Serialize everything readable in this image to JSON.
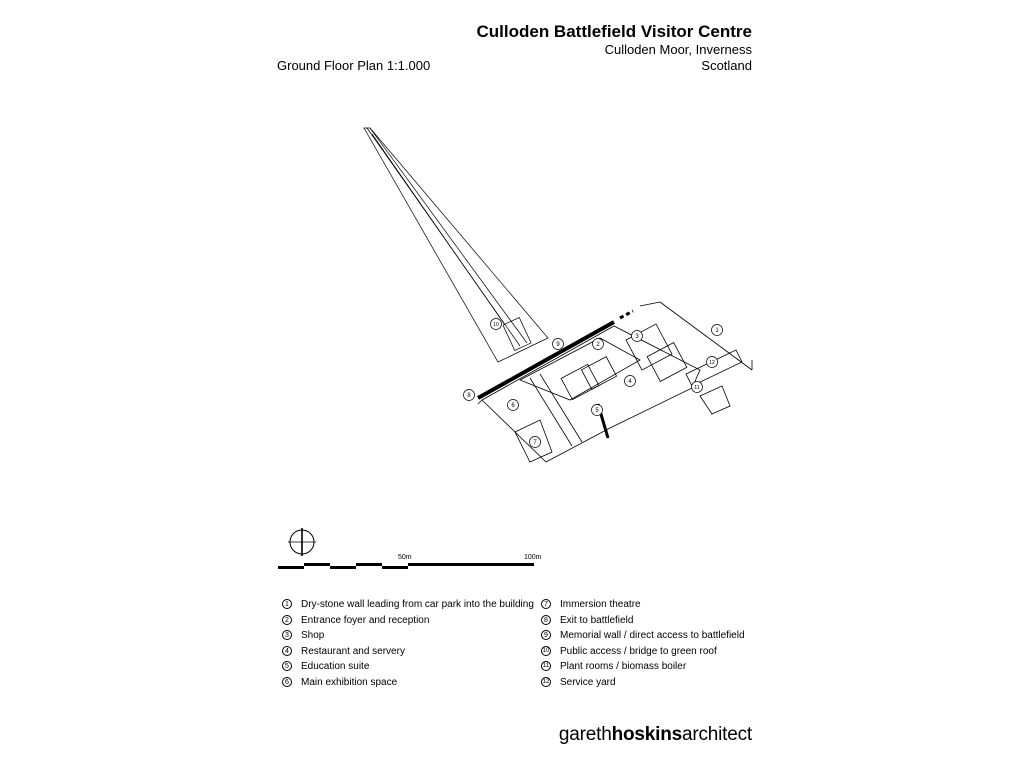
{
  "header": {
    "title": "Culloden Battlefield Visitor Centre",
    "location_line1": "Culloden Moor, Inverness",
    "location_line2": "Scotland",
    "plan_label": "Ground Floor Plan 1:1.000"
  },
  "plan_markers": [
    "1",
    "2",
    "3",
    "4",
    "5",
    "6",
    "7",
    "8",
    "9",
    "10",
    "11",
    "12"
  ],
  "scale_bar": {
    "mid_label": "50m",
    "end_label": "100m"
  },
  "legend": [
    {
      "n": "1",
      "text": "Dry-stone wall leading from car park into the building"
    },
    {
      "n": "2",
      "text": "Entrance foyer and reception"
    },
    {
      "n": "3",
      "text": "Shop"
    },
    {
      "n": "4",
      "text": "Restaurant and servery"
    },
    {
      "n": "5",
      "text": "Education suite"
    },
    {
      "n": "6",
      "text": "Main exhibition space"
    },
    {
      "n": "7",
      "text": "Immersion theatre"
    },
    {
      "n": "8",
      "text": "Exit to battlefield"
    },
    {
      "n": "9",
      "text": "Memorial wall / direct access to battlefield"
    },
    {
      "n": "10",
      "text": "Public access / bridge to green roof"
    },
    {
      "n": "11",
      "text": "Plant rooms / biomass boiler"
    },
    {
      "n": "12",
      "text": "Service yard"
    }
  ],
  "brand": {
    "part1": "gareth",
    "part2": "hoskins",
    "part3": "architect"
  }
}
